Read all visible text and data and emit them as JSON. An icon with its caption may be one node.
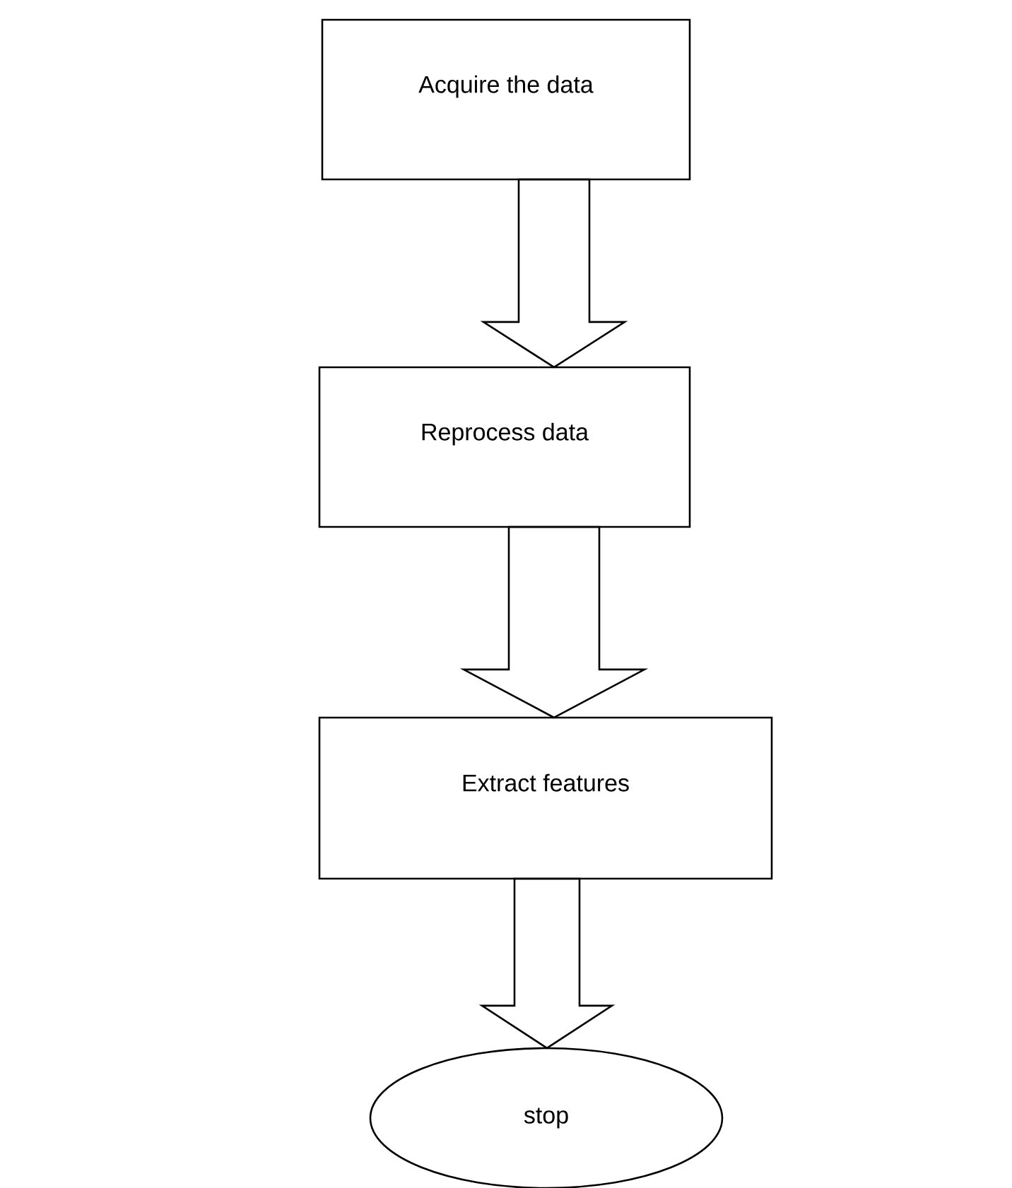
{
  "diagram": {
    "nodes": [
      {
        "text": [
          "Acquire the data"
        ]
      },
      {
        "text": [
          "Reprocess data"
        ]
      },
      {
        "text": [
          "Extract features"
        ]
      },
      {
        "text": [
          "stop"
        ]
      }
    ],
    "edges": [
      {
        "from": 0,
        "to": 1,
        "arrow": "to"
      },
      {
        "from": 1,
        "to": 2,
        "arrow": "to"
      },
      {
        "from": 2,
        "to": 3,
        "arrow": "to"
      }
    ]
  }
}
